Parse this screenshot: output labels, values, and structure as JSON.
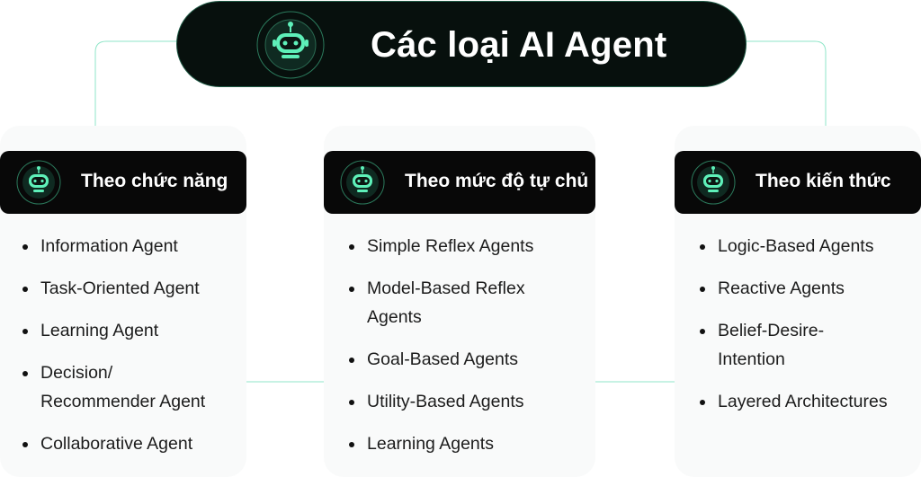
{
  "title": "Các loại AI Agent",
  "categories": [
    {
      "label": "Theo chức năng",
      "items": [
        "Information Agent",
        "Task-Oriented Agent",
        "Learning Agent",
        "Decision/ Recommender Agent",
        "Collaborative Agent"
      ]
    },
    {
      "label": "Theo mức độ tự chủ",
      "items": [
        "Simple Reflex Agents",
        "Model-Based Reflex Agents",
        "Goal-Based Agents",
        "Utility-Based Agents",
        "Learning Agents"
      ]
    },
    {
      "label": "Theo kiến thức",
      "items": [
        "Logic-Based Agents",
        "Reactive Agents",
        "Belief-Desire-Intention",
        "Layered Architectures"
      ]
    }
  ],
  "colors": {
    "accent": "#5ef0b9",
    "dark": "#07100d",
    "line": "#7fe8c4"
  },
  "icons": [
    "robot-icon"
  ]
}
